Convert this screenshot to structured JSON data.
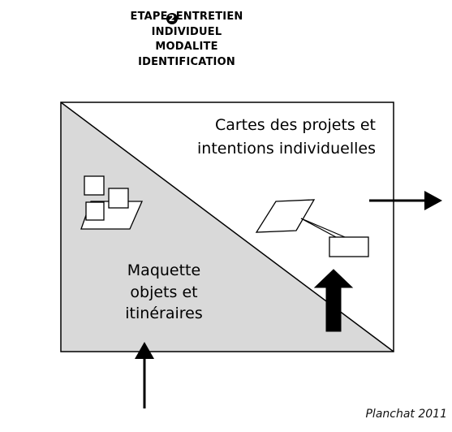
{
  "title": {
    "line1_before_badge": "ETAPE",
    "badge": "2",
    "line1_after_badge": "ENTRETIEN",
    "line2": "INDIVIDUEL",
    "line3": "MODALITE",
    "line4": "IDENTIFICATION"
  },
  "cartes_label": {
    "line1": "Cartes des projets et",
    "line2": "intentions individuelles"
  },
  "maquette_label": {
    "line1": "Maquette",
    "line2": "objets et",
    "line3": "itinéraires"
  },
  "credit": "Planchat 2011",
  "colors": {
    "shaded_triangle": "#d9d9d9",
    "stroke": "#000000",
    "background": "#ffffff"
  }
}
